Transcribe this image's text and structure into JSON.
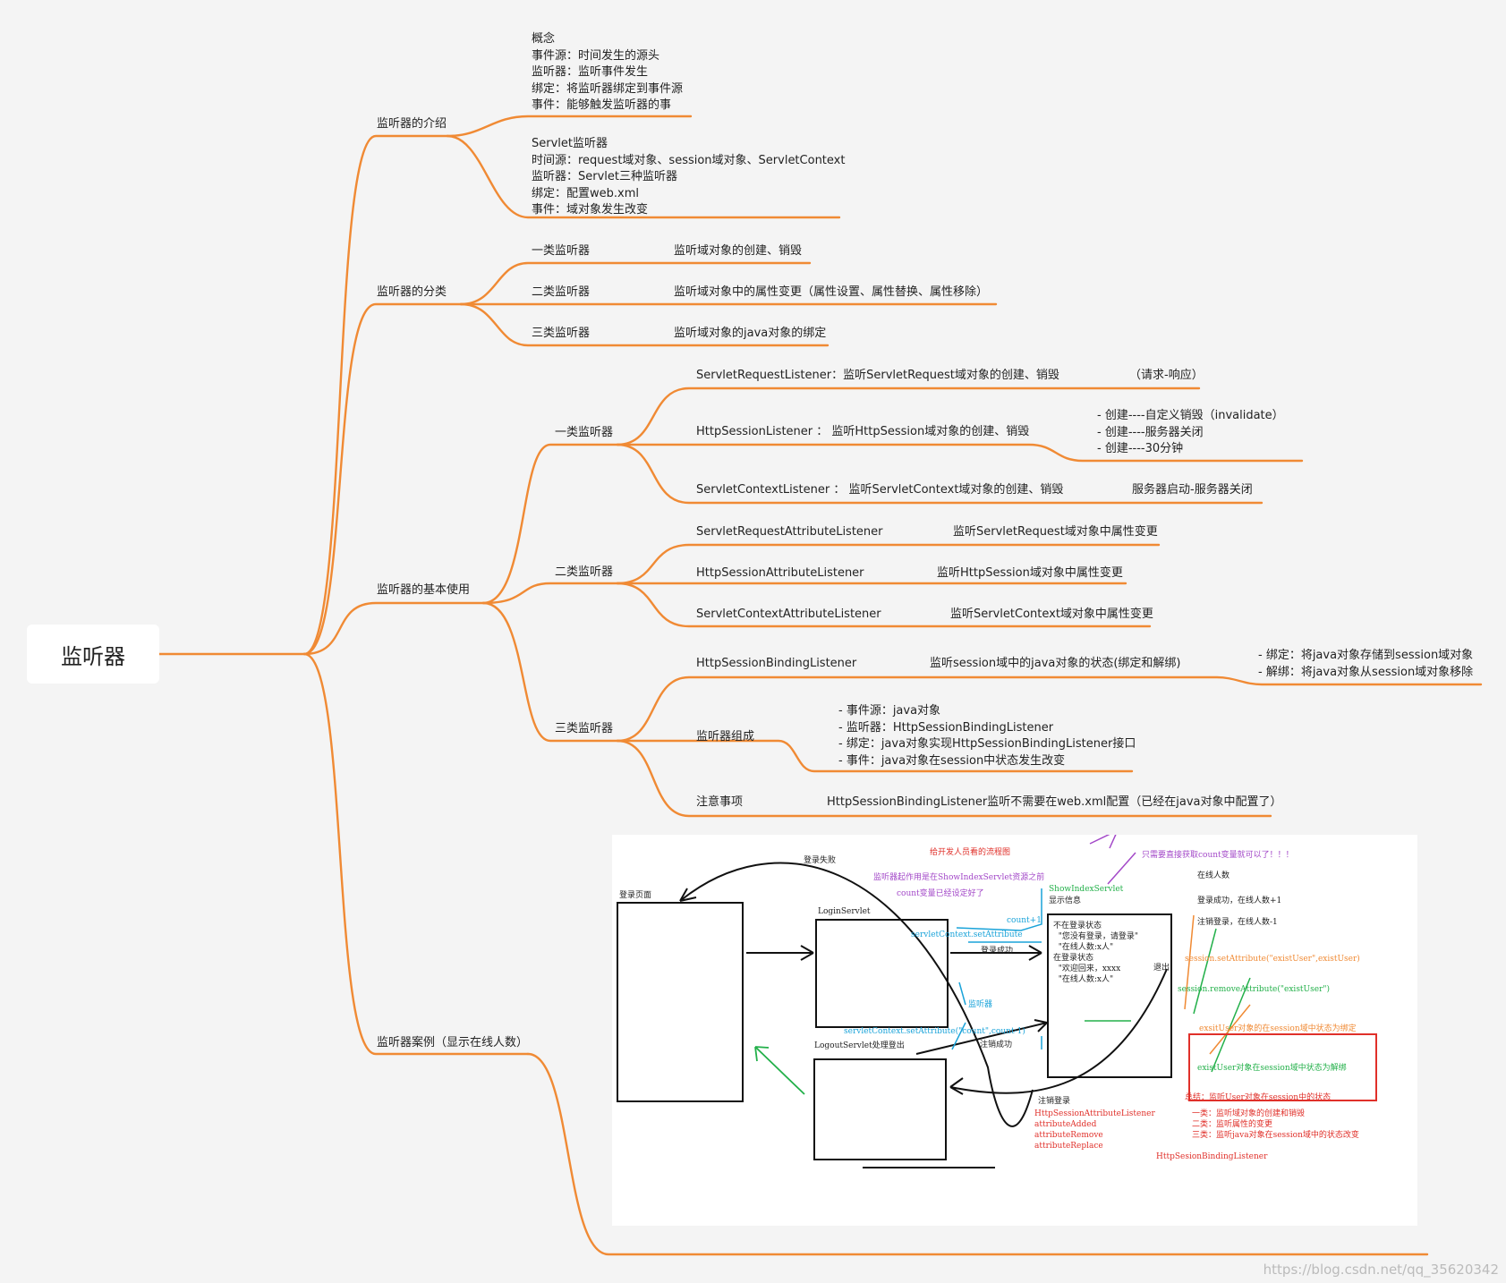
{
  "root": "监听器",
  "branches": {
    "intro": "监听器的介绍",
    "classify": "监听器的分类",
    "basic": "监听器的基本使用",
    "case": "监听器案例（显示在线人数）"
  },
  "intro": {
    "concept": "概念\n事件源：时间发生的源头\n监听器：监听事件发生\n绑定：将监听器绑定到事件源\n事件：能够触发监听器的事",
    "servlet": "Servlet监听器\n时间源：request域对象、session域对象、ServletContext\n监听器：Servlet三种监听器\n绑定：配置web.xml\n事件：域对象发生改变"
  },
  "classify": [
    {
      "name": "一类监听器",
      "desc": "监听域对象的创建、销毁"
    },
    {
      "name": "二类监听器",
      "desc": "监听域对象中的属性变更（属性设置、属性替换、属性移除）"
    },
    {
      "name": "三类监听器",
      "desc": "监听域对象的java对象的绑定"
    }
  ],
  "basic": {
    "type1": {
      "label": "一类监听器",
      "request": "ServletRequestListener：监听ServletRequest域对象的创建、销毁",
      "request_note": "（请求-响应）",
      "session": "HttpSessionListener ： 监听HttpSession域对象的创建、销毁",
      "session_notes": "- 创建----自定义销毁（invalidate）\n- 创建----服务器关闭\n- 创建----30分钟",
      "context": "ServletContextListener ：  监听ServletContext域对象的创建、销毁",
      "context_note": "服务器启动-服务器关闭"
    },
    "type2": {
      "label": "二类监听器",
      "items": [
        {
          "name": "ServletRequestAttributeListener",
          "desc": "监听ServletRequest域对象中属性变更"
        },
        {
          "name": "HttpSessionAttributeListener",
          "desc": "监听HttpSession域对象中属性变更"
        },
        {
          "name": "ServletContextAttributeListener",
          "desc": "监听ServletContext域对象中属性变更"
        }
      ]
    },
    "type3": {
      "label": "三类监听器",
      "binding": "HttpSessionBindingListener",
      "binding_desc": "监听session域中的java对象的状态(绑定和解绑)",
      "binding_notes": "- 绑定：将java对象存储到session域对象\n- 解绑：将java对象从session域对象移除",
      "compose": "监听器组成",
      "compose_notes": "- 事件源：java对象\n- 监听器：HttpSessionBindingListener\n- 绑定：java对象实现HttpSessionBindingListener接口\n- 事件：java对象在session中状态发生改变",
      "attention": "注意事项",
      "attention_desc": "HttpSessionBindingListener监听不需要在web.xml配置（已经在java对象中配置了）"
    }
  },
  "sketch": {
    "title": "给开发人员看的流程图",
    "login_fail": "登录失败",
    "login_page": "登录页面",
    "login_servlet": "LoginServlet",
    "note1": "监听器起作用是在ShowIndexServlet资源之前",
    "note2": "count变量已经设定好了",
    "direct": "只需要直接获取count变量就可以了！！！",
    "show_index": "ShowIndexServlet",
    "show_info": "显示信息",
    "count1": "count+1",
    "set_attr": "servletContext.setAttribute",
    "login_ok": "登录成功",
    "status": "不在登录状态\n  \"您没有登录，请登录\"\n  \"在线人数:x人\"\n在登录状态\n  \"欢迎回来，xxxx\n  \"在线人数:x人\"",
    "exit": "退出",
    "listener": "监听器",
    "set_attr2": "servletContext.setAttribute(\"count\",count-1)",
    "logout_servlet": "LogoutServlet处理登出",
    "logout_ok": "注销成功",
    "online": "在线人数",
    "online_notes": "登录成功，在线人数+1\n注销登录，在线人数-1",
    "set_session": "session.setAttribute(\"existUser\",existUser)",
    "remove_session": "session.removeAttribute(\"existUser\")",
    "bound": "exsitUser对象的在session域中状态为绑定",
    "unbound": "existUser对象在session域中状态为解绑",
    "logout": "注销登录",
    "attr_listener": "HttpSessionAttributeListener\nattributeAdded\nattributeRemove\nattributeReplace",
    "summary_title": "总结：监听User对象在session中的状态",
    "summary": "一类：监听域对象的创建和销毁\n二类：监听属性的变更\n三类：监听java对象在session域中的状态改变",
    "binding": "HttpSesionBindingListener"
  },
  "watermark": "https://blog.csdn.net/qq_35620342",
  "colors": {
    "edge": "#f08a34"
  }
}
